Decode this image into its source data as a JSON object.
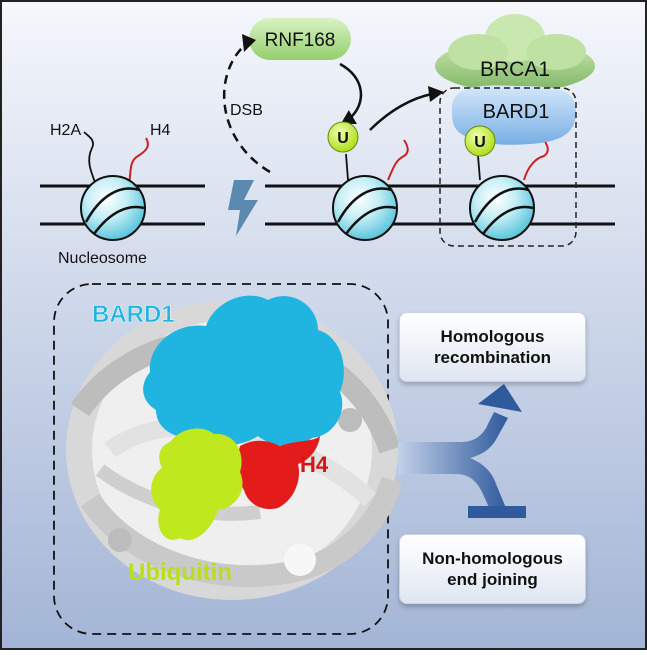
{
  "labels": {
    "rnf168": "RNF168",
    "brca1": "BRCA1",
    "bard1_top": "BARD1",
    "dsb": "DSB",
    "h2a": "H2A",
    "h4_top": "H4",
    "ubiquitin_mark": "U",
    "nucleosome": "Nucleosome",
    "bard1_structure": "BARD1",
    "h4_structure": "H4",
    "ubiquitin_structure": "Ubiquitin"
  },
  "outcomes": {
    "homologous_recombination": "Homologous\nrecombination",
    "nhej": "Non-homologous\nend joining"
  },
  "colors": {
    "rnf168_fill": "#a9d98a",
    "brca1_fill": "#8fc277",
    "bard1_fill": "#8ab8e6",
    "ubiquitin": "#c6ee2a",
    "nucleosome": "#7fd7e8",
    "h4_tail": "#cc2020",
    "bard1_density": "#1fb5e0",
    "h4_density": "#e41b1b",
    "ubiquitin_density": "#c0e81e",
    "arrow": "#2f5a9c"
  },
  "icons": {
    "break": "lightning-bolt-icon",
    "promote": "arrow-up-icon",
    "inhibit": "inhibition-bar-icon"
  }
}
